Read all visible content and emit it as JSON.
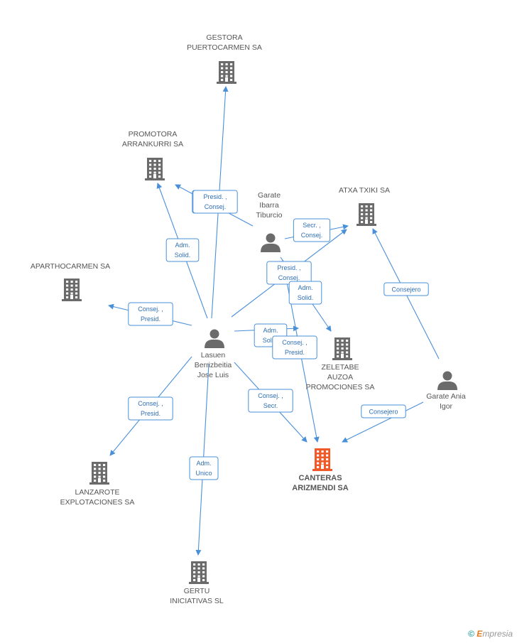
{
  "nodes": [
    {
      "id": "gestora",
      "type": "company",
      "lines": [
        "GESTORA",
        "PUERTOCARMEN SA"
      ],
      "highlight": false
    },
    {
      "id": "promotora",
      "type": "company",
      "lines": [
        "PROMOTORA",
        "ARRANKURRI SA"
      ],
      "highlight": false
    },
    {
      "id": "atxa",
      "type": "company",
      "lines": [
        "ATXA TXIKI SA"
      ],
      "highlight": false
    },
    {
      "id": "apartho",
      "type": "company",
      "lines": [
        "APARTHOCARMEN SA"
      ],
      "highlight": false
    },
    {
      "id": "zeletabe",
      "type": "company",
      "lines": [
        "ZELETABE",
        "AUZOA",
        "PROMOCIONES SA"
      ],
      "highlight": false
    },
    {
      "id": "canteras",
      "type": "company",
      "lines": [
        "CANTERAS",
        "ARIZMENDI SA"
      ],
      "highlight": true
    },
    {
      "id": "lanzarote",
      "type": "company",
      "lines": [
        "LANZAROTE",
        "EXPLOTACIONES SA"
      ],
      "highlight": false
    },
    {
      "id": "gertu",
      "type": "company",
      "lines": [
        "GERTU",
        "INICIATIVAS SL"
      ],
      "highlight": false
    },
    {
      "id": "garate_ibarra",
      "type": "person",
      "lines": [
        "Garate",
        "Ibarra",
        "Tiburcio"
      ]
    },
    {
      "id": "lasuen",
      "type": "person",
      "lines": [
        "Lasuen",
        "Berrizbeitia",
        "Jose Luis"
      ]
    },
    {
      "id": "garate_ania",
      "type": "person",
      "lines": [
        "Garate Ania",
        "Igor"
      ]
    }
  ],
  "edges": [
    {
      "from": "lasuen",
      "to": "gestora",
      "label": [
        "Presid. ,",
        "Consej."
      ]
    },
    {
      "from": "lasuen",
      "to": "promotora",
      "label": [
        "Adm.",
        "Solid."
      ]
    },
    {
      "from": "garate_ibarra",
      "to": "promotora",
      "label": [
        "Presid. ,",
        "Consej."
      ]
    },
    {
      "from": "garate_ibarra",
      "to": "atxa",
      "label": [
        "Secr. ,",
        "Consej."
      ]
    },
    {
      "from": "lasuen",
      "to": "atxa",
      "label": [
        "Presid. ,",
        "Consej."
      ]
    },
    {
      "from": "garate_ibarra",
      "to": "zeletabe",
      "label": [
        "Adm.",
        "Solid."
      ]
    },
    {
      "from": "lasuen",
      "to": "apartho",
      "label": [
        "Consej. ,",
        "Presid."
      ]
    },
    {
      "from": "lasuen",
      "to": "zeletabe",
      "label": [
        "Adm.",
        "Solid."
      ]
    },
    {
      "from": "garate_ibarra",
      "to": "canteras",
      "label": [
        "Consej. ,",
        "Presid."
      ]
    },
    {
      "from": "lasuen",
      "to": "canteras",
      "label": [
        "Consej. ,",
        "Secr."
      ]
    },
    {
      "from": "lasuen",
      "to": "lanzarote",
      "label": [
        "Consej. ,",
        "Presid."
      ]
    },
    {
      "from": "lasuen",
      "to": "gertu",
      "label": [
        "Adm.",
        "Unico"
      ]
    },
    {
      "from": "garate_ania",
      "to": "atxa",
      "label": [
        "Consejero"
      ]
    },
    {
      "from": "garate_ania",
      "to": "canteras",
      "label": [
        "Consejero"
      ]
    }
  ],
  "colors": {
    "edge": "#4a90d9",
    "icon": "#6b6b6b",
    "highlight": "#f05a28",
    "label_text": "#2f6fb5"
  },
  "footer": {
    "copyright": "©",
    "brand_initial": "E",
    "brand_rest": "mpresia"
  }
}
